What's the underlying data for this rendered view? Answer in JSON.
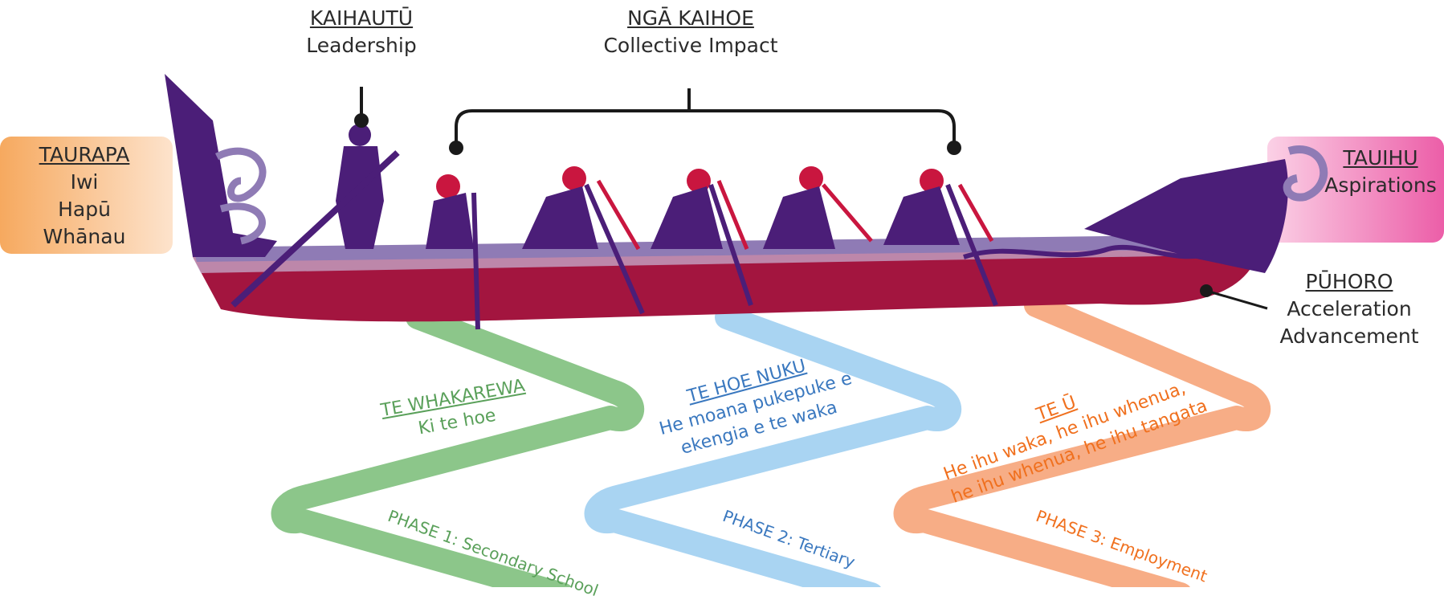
{
  "labels": {
    "kaihautu": {
      "title": "KAIHAUTŪ",
      "sub": "Leadership"
    },
    "nga_kaihoe": {
      "title": "NGĀ KAIHOE",
      "sub": "Collective Impact"
    },
    "taurapa": {
      "title": "TAURAPA",
      "lines": [
        "Iwi",
        "Hapū",
        "Whānau"
      ]
    },
    "tauihu": {
      "title": "TAUIHU",
      "sub": "Aspirations"
    },
    "puhoro": {
      "title": "PŪHORO",
      "lines": [
        "Acceleration",
        "Advancement"
      ]
    }
  },
  "phases": [
    {
      "title": "TE WHAKAREWA",
      "lines": [
        "Ki te hoe"
      ],
      "phase": "PHASE 1: Secondary School",
      "color": "#5aa05a"
    },
    {
      "title": "TE HOE NUKU",
      "lines": [
        "He moana pukepuke e",
        "ekengia e te waka"
      ],
      "phase": "PHASE 2: Tertiary",
      "color": "#3a78bf"
    },
    {
      "title": "TE Ū",
      "lines": [
        "He ihu waka, he ihu whenua,",
        "he ihu whenua, he ihu tangata"
      ],
      "phase": "PHASE 3: Employment",
      "color": "#f0701e"
    }
  ],
  "colors": {
    "hull": "#a3153f",
    "hull_dark": "#7d0f31",
    "purple": "#4b1e78",
    "lavender": "#8f7bb5",
    "red": "#c9163f",
    "green_ribbon": "#8cc68a",
    "blue_ribbon": "#a9d4f2",
    "orange_ribbon": "#f7ad86",
    "taurapa_box": "#f7b97a",
    "tauihu_box": "#ec6fb1"
  }
}
